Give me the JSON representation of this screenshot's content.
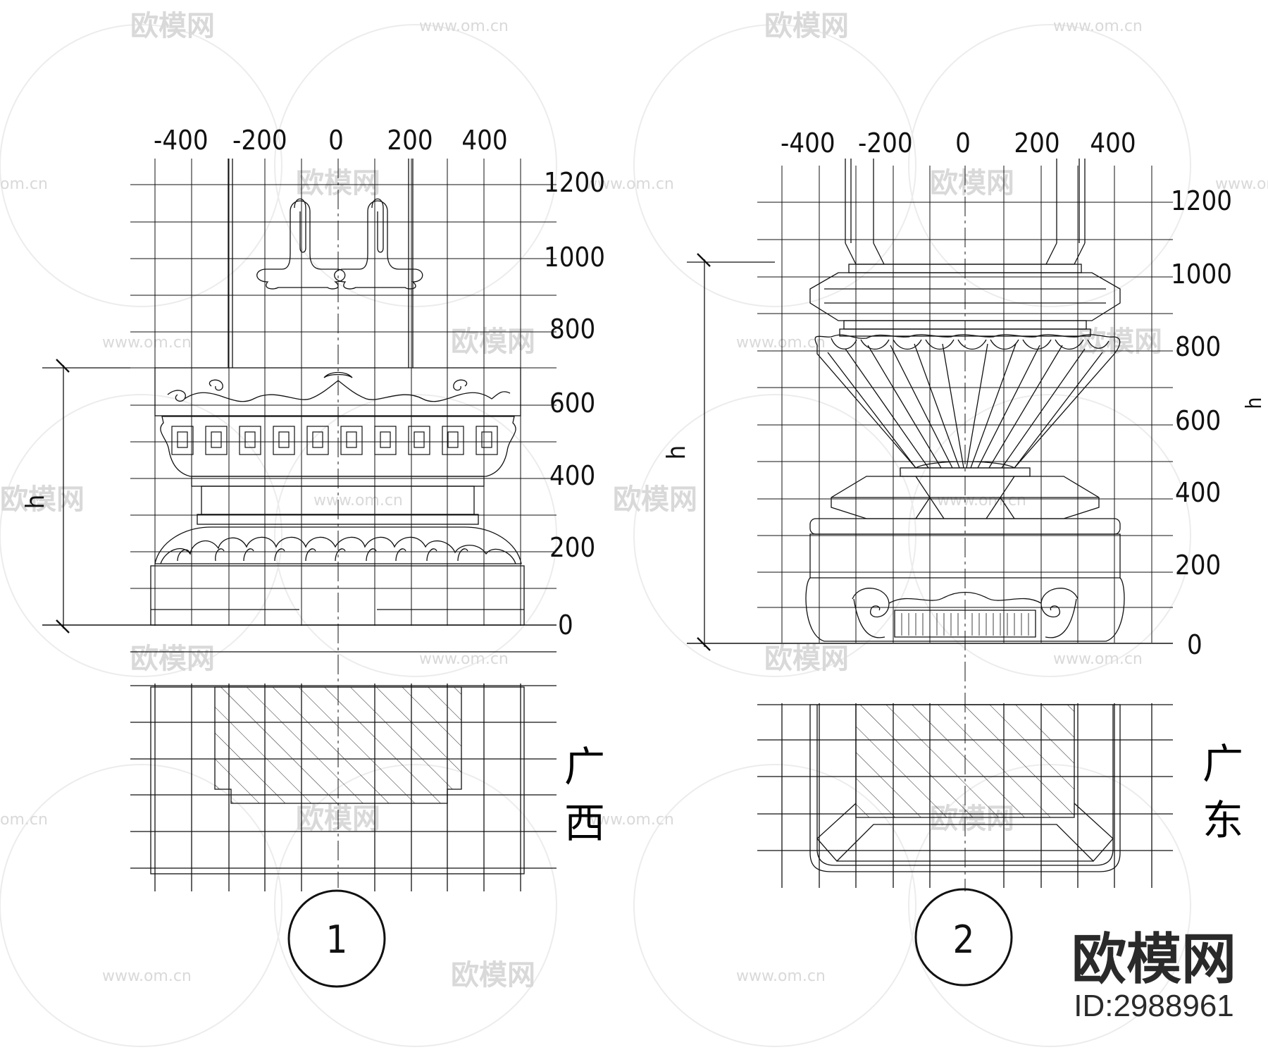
{
  "drawings": [
    {
      "id": "1",
      "region_label": "广西",
      "region_chars": [
        "广",
        "西"
      ],
      "number_label": "1",
      "dimension_label": "h",
      "x_ticks": [
        "-400",
        "-200",
        "0",
        "200",
        "400"
      ],
      "y_ticks": [
        "1200",
        "1000",
        "800",
        "600",
        "400",
        "200",
        "0"
      ]
    },
    {
      "id": "2",
      "region_label": "广东",
      "region_chars": [
        "广",
        "东"
      ],
      "number_label": "2",
      "dimension_label": "h",
      "x_ticks": [
        "-400",
        "-200",
        "0",
        "200",
        "400"
      ],
      "y_ticks": [
        "1200",
        "1000",
        "800",
        "600",
        "400",
        "200",
        "0"
      ]
    }
  ],
  "brand": {
    "name": "欧模网",
    "id_text": "ID:2988961"
  },
  "watermarks": {
    "logo_text": "欧模网",
    "url_text": "www.om.cn",
    "url_fragment": "om.cn"
  }
}
